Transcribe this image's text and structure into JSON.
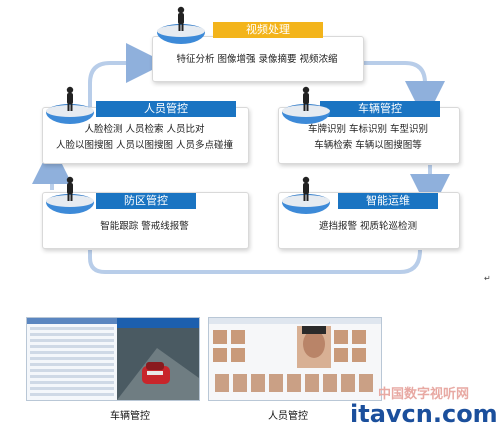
{
  "center": {
    "title": "视频处理",
    "lines": [
      "特征分析 图像增强 录像摘要 视频浓缩"
    ]
  },
  "left_top": {
    "title": "人员管控",
    "lines": [
      "人脸检测   人员检索  人员比对",
      "人脸以图搜图 人员以图搜图 人员多点碰撞"
    ]
  },
  "right_top": {
    "title": "车辆管控",
    "lines": [
      "车牌识别  车标识别  车型识别",
      "车辆检索  车辆以图搜图等"
    ]
  },
  "left_bottom": {
    "title": "防区管控",
    "lines": [
      "智能跟踪  警戒线报警"
    ]
  },
  "right_bottom": {
    "title": "智能运维",
    "lines": [
      "遮挡报警  视质轮巡检测"
    ]
  },
  "screenshots": {
    "vehicle_caption": "车辆管控",
    "person_caption": "人员管控"
  },
  "watermark": {
    "cn": "中国数字视听网",
    "logo": "itavcn.com"
  },
  "marks": {
    "return_glyph": "↵"
  },
  "colors": {
    "accent_blue": "#1a74c2",
    "accent_gold": "#f3b41b",
    "arrow_blue": "#8fb0dc"
  },
  "icons": [
    "person-icon",
    "bowl-icon",
    "cycle-arrows"
  ]
}
